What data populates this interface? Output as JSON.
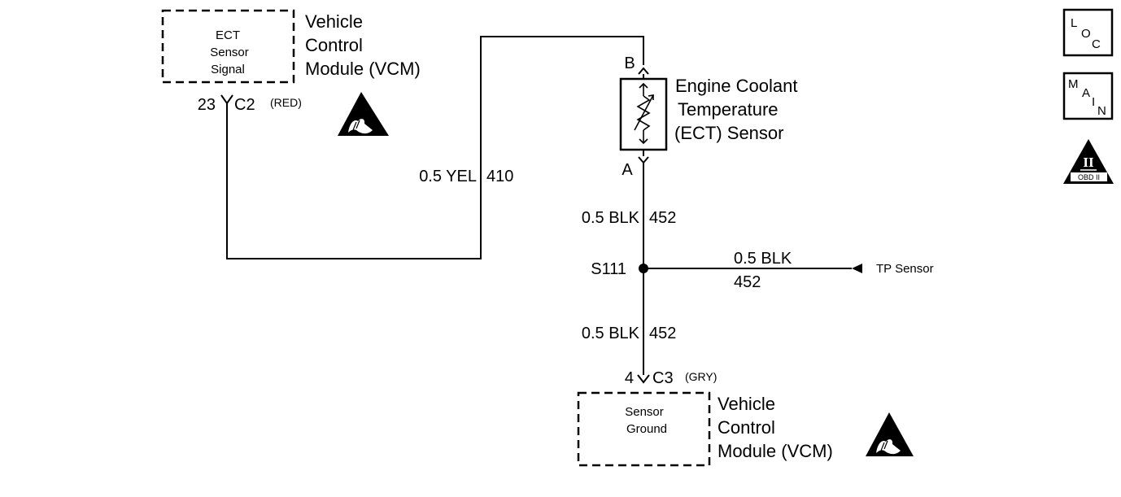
{
  "vcm_top": {
    "box_lines": [
      "ECT",
      "Sensor",
      "Signal"
    ],
    "module_lines": [
      "Vehicle",
      "Control",
      "Module (VCM)"
    ],
    "pin": "23",
    "connector": "C2",
    "connector_color": "(RED)"
  },
  "ect_sensor": {
    "name_lines": [
      "Engine Coolant",
      "Temperature",
      "(ECT) Sensor"
    ],
    "terminal_b": "B",
    "terminal_a": "A"
  },
  "wires": {
    "signal_gauge_color": "0.5 YEL",
    "signal_circuit": "410",
    "ground_upper_gauge_color": "0.5 BLK",
    "ground_upper_circuit": "452",
    "ground_lower_gauge_color": "0.5 BLK",
    "ground_lower_circuit": "452",
    "tp_branch_gauge_color": "0.5 BLK",
    "tp_branch_circuit": "452"
  },
  "splice": {
    "label": "S111"
  },
  "tp_sensor": {
    "label": "TP Sensor"
  },
  "vcm_bottom": {
    "pin": "4",
    "connector": "C3",
    "connector_color": "(GRY)",
    "box_lines": [
      "Sensor",
      "Ground"
    ],
    "module_lines": [
      "Vehicle",
      "Control",
      "Module (VCM)"
    ]
  },
  "side_icons": {
    "loc": [
      "L",
      "O",
      "C"
    ],
    "main": [
      "M",
      "A",
      "I",
      "N"
    ],
    "obd_roman": "II",
    "obd_text": "OBD II"
  }
}
